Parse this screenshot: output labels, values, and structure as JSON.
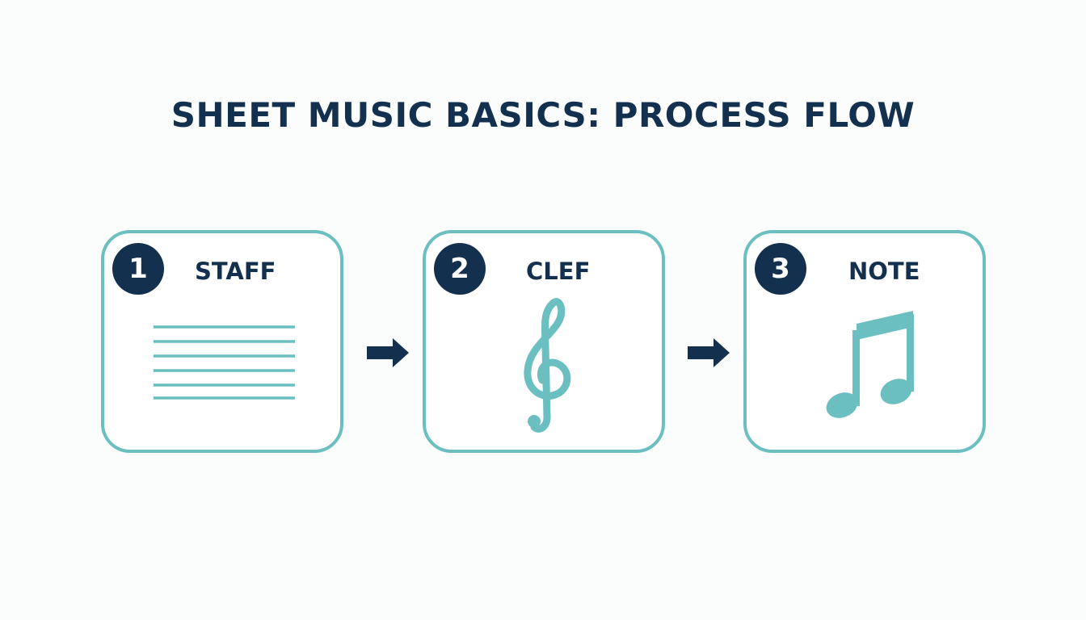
{
  "title": "SHEET MUSIC BASICS: PROCESS FLOW",
  "steps": [
    {
      "number": "1",
      "label": "STAFF",
      "icon": "staff-lines-icon"
    },
    {
      "number": "2",
      "label": "CLEF",
      "icon": "treble-clef-icon"
    },
    {
      "number": "3",
      "label": "NOTE",
      "icon": "beamed-eighth-notes-icon"
    }
  ],
  "colors": {
    "navy": "#13304f",
    "teal": "#6cbfc0",
    "background": "#fbfcfc"
  }
}
